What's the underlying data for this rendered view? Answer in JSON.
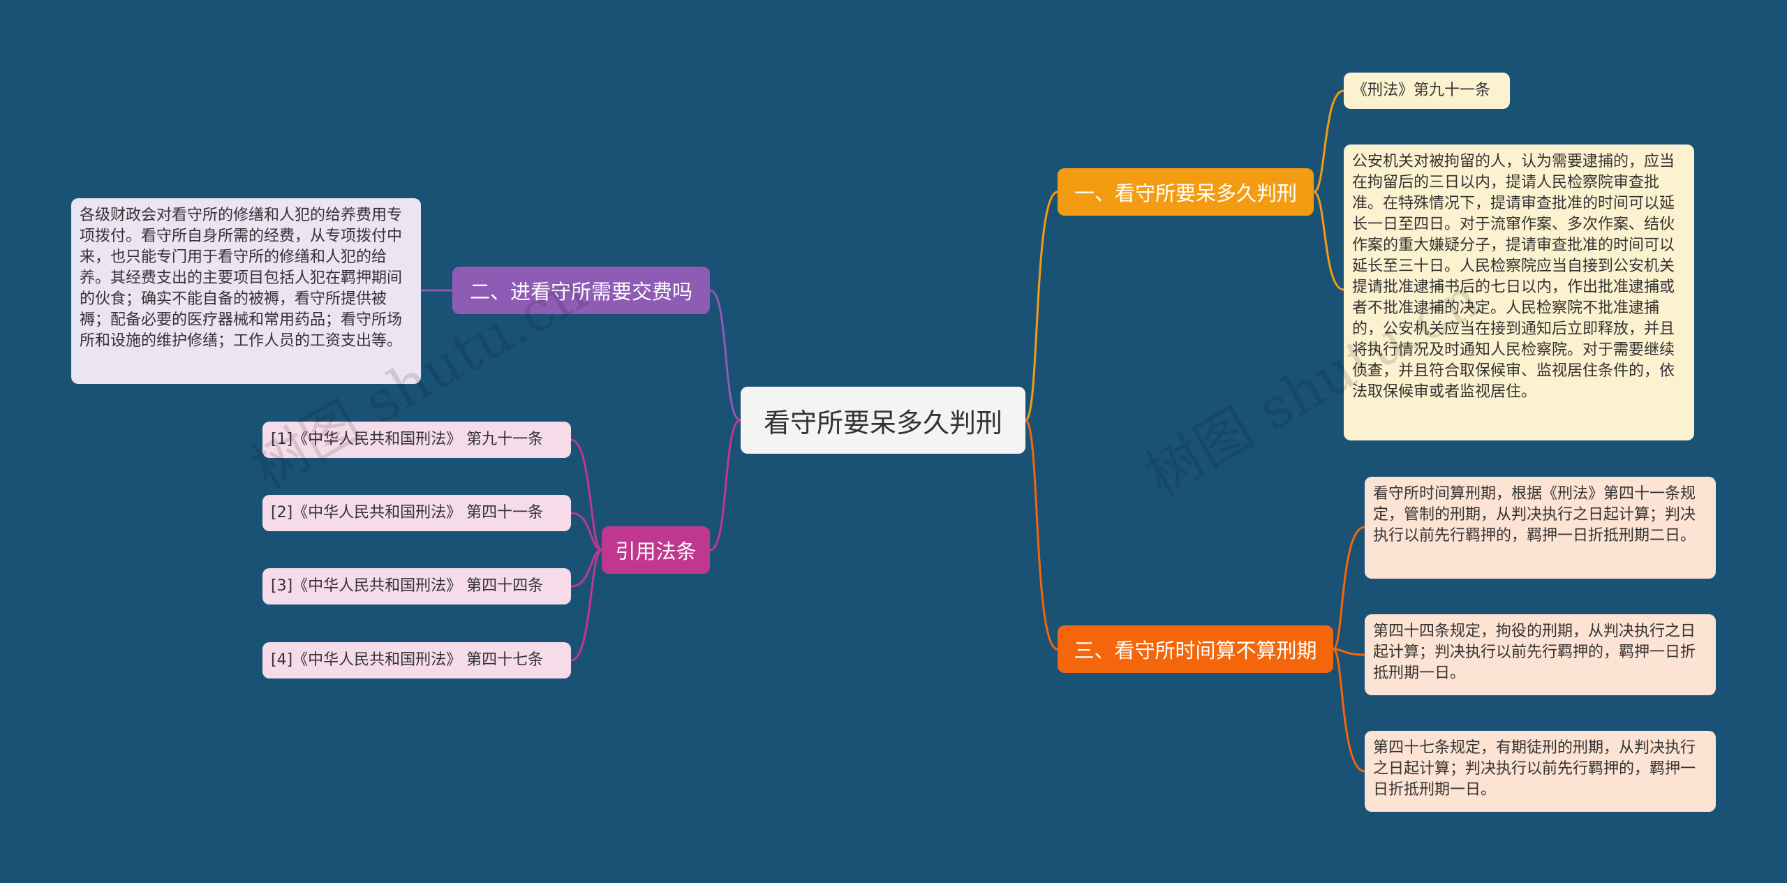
{
  "root": {
    "label": "看守所要呆多久判刑"
  },
  "branches": {
    "b1": {
      "label": "一、看守所要呆多久判刑",
      "color": "#f39c12"
    },
    "b2": {
      "label": "二、进看守所需要交费吗",
      "color": "#8e5bb5"
    },
    "b3": {
      "label": "三、看守所时间算不算刑期",
      "color": "#f4660b"
    },
    "b4": {
      "label": "引用法条",
      "color": "#c0378f"
    }
  },
  "leaves": {
    "b1_1": "《刑法》第九十一条",
    "b1_2": "公安机关对被拘留的人，认为需要逮捕的，应当在拘留后的三日以内，提请人民检察院审查批准。在特殊情况下，提请审查批准的时间可以延长一日至四日。对于流窜作案、多次作案、结伙作案的重大嫌疑分子，提请审查批准的时间可以延长至三十日。人民检察院应当自接到公安机关提请批准逮捕书后的七日以内，作出批准逮捕或者不批准逮捕的决定。人民检察院不批准逮捕的，公安机关应当在接到通知后立即释放，并且将执行情况及时通知人民检察院。对于需要继续侦查，并且符合取保候审、监视居住条件的，依法取保候审或者监视居住。",
    "b2_1": "各级财政会对看守所的修缮和人犯的给养费用专项拨付。看守所自身所需的经费，从专项拨付中来，也只能专门用于看守所的修缮和人犯的给养。其经费支出的主要项目包括人犯在羁押期间的伙食；确实不能自备的被褥，看守所提供被褥；配备必要的医疗器械和常用药品；看守所场所和设施的维护修缮；工作人员的工资支出等。",
    "b3_1": "看守所时间算刑期，根据《刑法》第四十一条规定，管制的刑期，从判决执行之日起计算；判决执行以前先行羁押的，羁押一日折抵刑期二日。",
    "b3_2": "第四十四条规定，拘役的刑期，从判决执行之日起计算；判决执行以前先行羁押的，羁押一日折抵刑期一日。",
    "b3_3": "第四十七条规定，有期徒刑的刑期，从判决执行之日起计算；判决执行以前先行羁押的，羁押一日折抵刑期一日。",
    "b4_1": "[1]《中华人民共和国刑法》 第九十一条",
    "b4_2": "[2]《中华人民共和国刑法》 第四十一条",
    "b4_3": "[3]《中华人民共和国刑法》 第四十四条",
    "b4_4": "[4]《中华人民共和国刑法》 第四十七条"
  },
  "watermark": "树图 shutu.cn"
}
